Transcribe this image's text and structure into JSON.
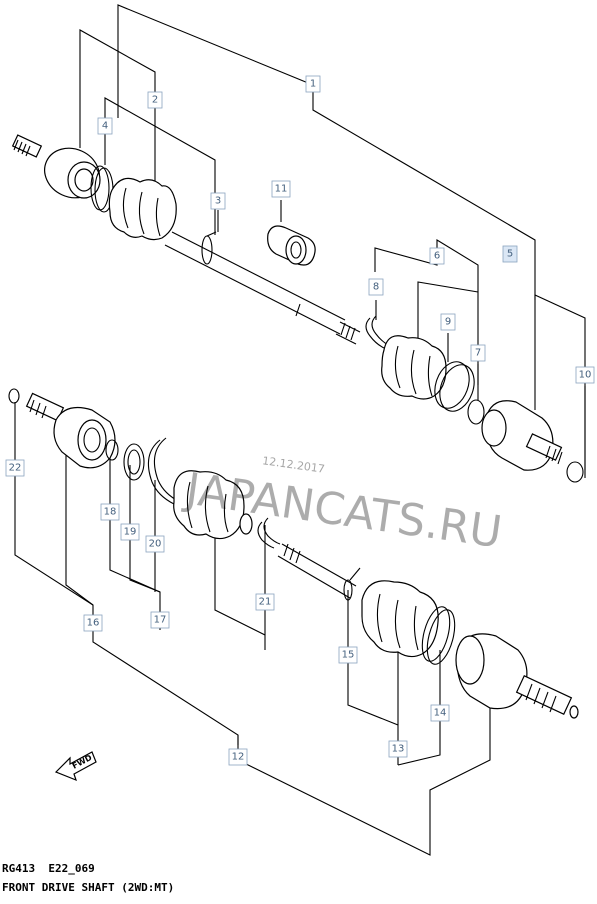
{
  "watermark": {
    "site": "JAPANCATS.RU",
    "date": "12.12.2017"
  },
  "fwd_label": "FWD",
  "caption": {
    "code": "RG413  E22_069",
    "title": "FRONT DRIVE SHAFT (2WD:MT)"
  },
  "callouts": [
    {
      "id": "1",
      "label": "1"
    },
    {
      "id": "2",
      "label": "2"
    },
    {
      "id": "3",
      "label": "3"
    },
    {
      "id": "4",
      "label": "4"
    },
    {
      "id": "5",
      "label": "5",
      "highlight": true
    },
    {
      "id": "6",
      "label": "6"
    },
    {
      "id": "7",
      "label": "7"
    },
    {
      "id": "8",
      "label": "8"
    },
    {
      "id": "9",
      "label": "9"
    },
    {
      "id": "10",
      "label": "10"
    },
    {
      "id": "11",
      "label": "11"
    },
    {
      "id": "12",
      "label": "12"
    },
    {
      "id": "13",
      "label": "13"
    },
    {
      "id": "14",
      "label": "14"
    },
    {
      "id": "15",
      "label": "15"
    },
    {
      "id": "16",
      "label": "16"
    },
    {
      "id": "17",
      "label": "17"
    },
    {
      "id": "18",
      "label": "18"
    },
    {
      "id": "19",
      "label": "19"
    },
    {
      "id": "20",
      "label": "20"
    },
    {
      "id": "21",
      "label": "21"
    },
    {
      "id": "22",
      "label": "22"
    }
  ]
}
